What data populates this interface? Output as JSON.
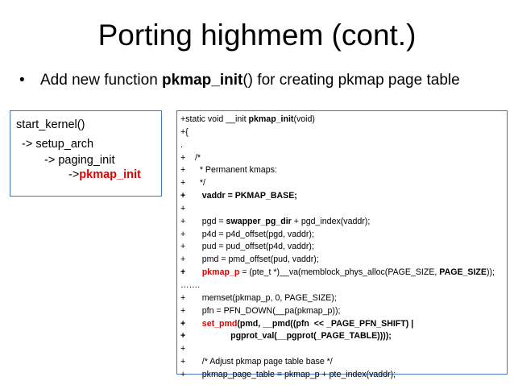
{
  "title": "Porting  highmem (cont.)",
  "bullet": {
    "prefix": "Add new function ",
    "func": "pkmap_init",
    "suffix": "() for creating pkmap page table"
  },
  "call_chain": {
    "l1": "start_kernel()",
    "l2": "-> setup_arch",
    "l3": "-> paging_init",
    "l4_prefix": "->",
    "l4_func": "pkmap_init"
  },
  "code": [
    [
      {
        "t": "+static void __init "
      },
      {
        "t": "pkmap_init",
        "s": "b"
      },
      {
        "t": "(void)"
      }
    ],
    [
      {
        "t": "+{"
      }
    ],
    [
      {
        "t": "."
      }
    ],
    [
      {
        "t": "+    /*"
      }
    ],
    [
      {
        "t": "+      * Permanent kmaps:"
      }
    ],
    [
      {
        "t": "+      */"
      }
    ],
    [
      {
        "t": "+",
        "s": "b"
      },
      {
        "t": "       vaddr = PKMAP_BASE;",
        "s": "b"
      }
    ],
    [
      {
        "t": "+"
      }
    ],
    [
      {
        "t": "+       pgd = "
      },
      {
        "t": "swapper_pg_dir",
        "s": "b"
      },
      {
        "t": " + pgd_index(vaddr);"
      }
    ],
    [
      {
        "t": "+       p4d = p4d_offset(pgd, vaddr);"
      }
    ],
    [
      {
        "t": "+       pud = pud_offset(p4d, vaddr);"
      }
    ],
    [
      {
        "t": "+       pmd = pmd_offset(pud, vaddr);"
      }
    ],
    [
      {
        "t": "+",
        "s": "b"
      },
      {
        "t": "       "
      },
      {
        "t": "pkmap_p",
        "s": "r"
      },
      {
        "t": " = (pte_t *)__va(memblock_phys_alloc(PAGE_SIZE, "
      },
      {
        "t": "PAGE_SIZE",
        "s": "b"
      },
      {
        "t": "));"
      }
    ],
    [
      {
        "t": "……."
      }
    ],
    [
      {
        "t": "+       memset(pkmap_p, 0, PAGE_SIZE);"
      }
    ],
    [
      {
        "t": "+       pfn = PFN_DOWN(__pa(pkmap_p));"
      }
    ],
    [
      {
        "t": "+",
        "s": "b"
      },
      {
        "t": "       "
      },
      {
        "t": "set_pmd",
        "s": "r"
      },
      {
        "t": "(pmd, __pmd((pfn  << _PAGE_PFN_SHIFT) |",
        "s": "b"
      }
    ],
    [
      {
        "t": "+",
        "s": "b"
      },
      {
        "t": "                   pgprot_val(__pgprot(_PAGE_TABLE))));",
        "s": "b"
      }
    ],
    [
      {
        "t": "+"
      }
    ],
    [
      {
        "t": "+       /* Adjust pkmap page table base */"
      }
    ],
    [
      {
        "t": "+       pkmap_page_table = pkmap_p + pte_index(vaddr);"
      }
    ]
  ]
}
